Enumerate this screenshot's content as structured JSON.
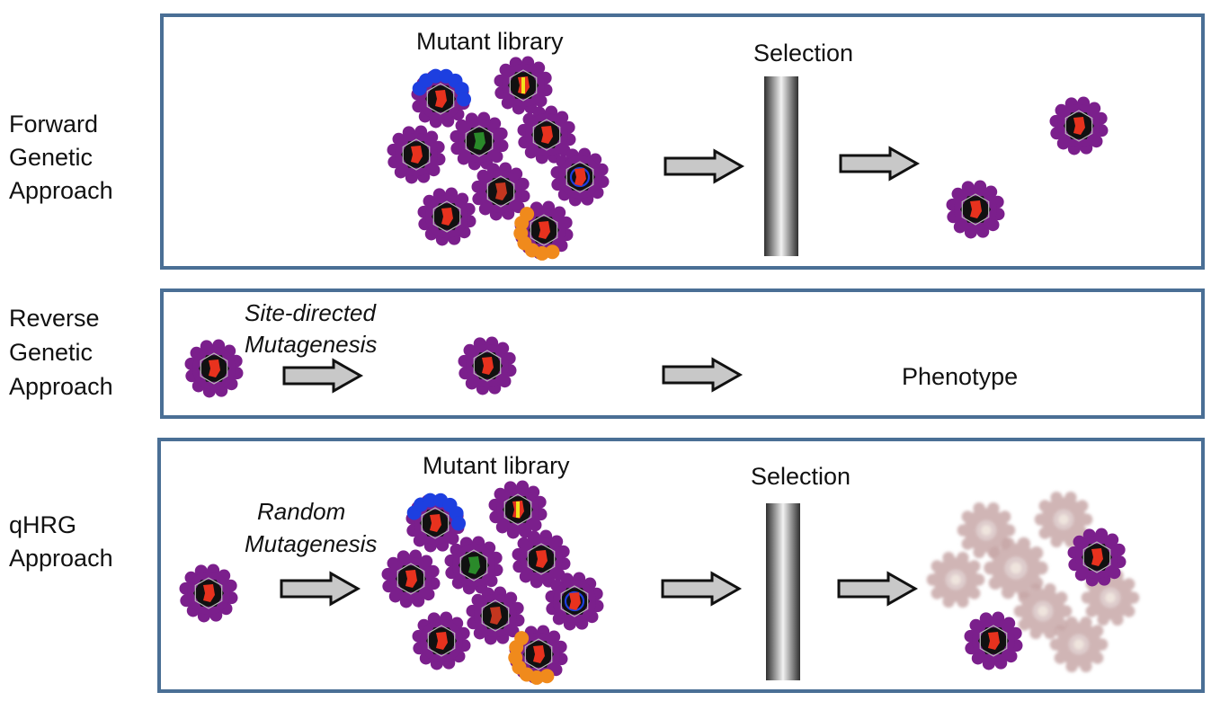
{
  "panels": [
    {
      "id": "forward",
      "label_lines": [
        "Forward",
        "Genetic",
        "Approach"
      ],
      "library_label": "Mutant library",
      "selection_label": "Selection"
    },
    {
      "id": "reverse",
      "label_lines": [
        "Reverse",
        "Genetic",
        "Approach"
      ],
      "method_lines": [
        "Site-directed",
        "Mutagenesis"
      ],
      "outcome_label": "Phenotype"
    },
    {
      "id": "qhrg",
      "label_lines": [
        "qHRG",
        "Approach"
      ],
      "method_lines": [
        "Random",
        "Mutagenesis"
      ],
      "library_label": "Mutant library",
      "selection_label": "Selection"
    }
  ],
  "colors": {
    "panel_border": "#4a6f95",
    "virus_spikes": "#7b1f8c",
    "virus_core": "#111111",
    "genome": "#e8321e",
    "arrow_fill": "#c8c8c8",
    "selection_bar_dark": "#2e2e2e",
    "selection_bar_light": "#f2f2f2",
    "faded_virus": "#c8a8a8",
    "variant_blue": "#1d3fe0",
    "variant_orange": "#f08a1c",
    "variant_green": "#2a8a2a",
    "variant_yellow": "#f2e21c"
  },
  "icons": [
    "virus-particle-icon",
    "arrow-right-icon",
    "selection-barrier-icon",
    "faded-virus-icon"
  ]
}
